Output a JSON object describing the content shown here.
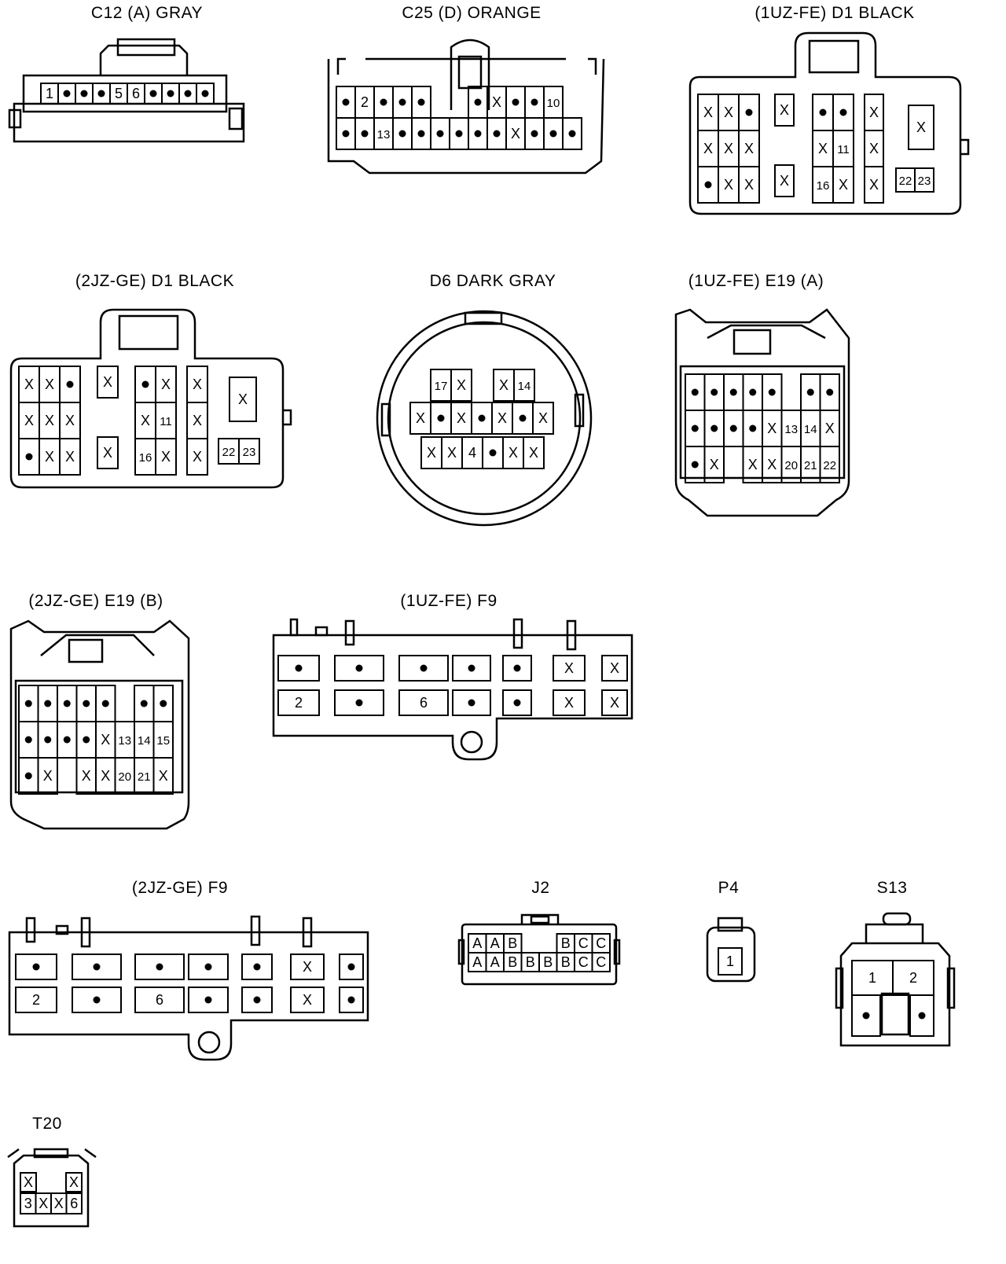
{
  "connectors": [
    {
      "key": "c12",
      "label": "C12 (A)  GRAY",
      "rows": [
        [
          "1",
          "•",
          "•",
          "•",
          "5",
          "6",
          "•",
          "•",
          "•",
          "•"
        ]
      ]
    },
    {
      "key": "c25",
      "label": "C25 (D)  ORANGE",
      "rows": [
        [
          "•",
          "2",
          "•",
          "•",
          "•",
          "",
          "",
          "•",
          "X",
          "•",
          "•",
          "10"
        ],
        [
          "•",
          "•",
          "13",
          "•",
          "•",
          "•",
          "•",
          "•",
          "•",
          "X",
          "•",
          "•",
          "•"
        ]
      ]
    },
    {
      "key": "d1uz",
      "label": "(1UZ-FE)  D1  BLACK",
      "groups": [
        {
          "rows": [
            [
              "X",
              "X",
              "•"
            ],
            [
              "X",
              "X",
              "X"
            ],
            [
              "•",
              "X",
              "X"
            ]
          ]
        },
        {
          "rows": [
            [
              "X"
            ],
            [
              ""
            ]
          ]
        },
        {
          "rows": [
            [
              "•",
              "•"
            ],
            [
              "X",
              "11"
            ],
            [
              "16",
              "X"
            ]
          ]
        },
        {
          "rows": [
            [
              "X"
            ],
            [
              "X"
            ],
            [
              "X"
            ]
          ]
        },
        {
          "rows": [
            [
              "X"
            ],
            [
              "22",
              "23"
            ]
          ]
        }
      ]
    },
    {
      "key": "d2jz",
      "label": "(2JZ-GE)  D1  BLACK",
      "groups": [
        {
          "rows": [
            [
              "X",
              "X",
              "•"
            ],
            [
              "X",
              "X",
              "X"
            ],
            [
              "•",
              "X",
              "X"
            ]
          ]
        },
        {
          "rows": [
            [
              "X"
            ],
            [
              "X"
            ]
          ]
        },
        {
          "rows": [
            [
              "•",
              "X"
            ],
            [
              "X",
              "11"
            ],
            [
              "16",
              "X"
            ]
          ]
        },
        {
          "rows": [
            [
              "X"
            ],
            [
              "X"
            ],
            [
              "X"
            ]
          ]
        },
        {
          "rows": [
            [
              "X"
            ],
            [
              "22",
              "23"
            ]
          ]
        }
      ]
    },
    {
      "key": "d6",
      "label": "D6  DARK GRAY",
      "rows": [
        [
          "17",
          "X",
          "X",
          "14"
        ],
        [
          "X",
          "•",
          "X",
          "•",
          "X",
          "•",
          "X"
        ],
        [
          "X",
          "X",
          "4",
          "•",
          "X",
          "X"
        ]
      ]
    },
    {
      "key": "e19a",
      "label": "(1UZ-FE)  E19 (A)",
      "rows": [
        [
          "•",
          "•",
          "•",
          "•",
          "•",
          "",
          "•",
          "•"
        ],
        [
          "•",
          "•",
          "•",
          "•",
          "X",
          "13",
          "14",
          "X"
        ],
        [
          "•",
          "X",
          "",
          "X",
          "X",
          "20",
          "21",
          "22"
        ]
      ]
    },
    {
      "key": "e19b",
      "label": "(2JZ-GE)  E19 (B)",
      "rows": [
        [
          "•",
          "•",
          "•",
          "•",
          "•",
          "",
          "•",
          "•"
        ],
        [
          "•",
          "•",
          "•",
          "•",
          "X",
          "13",
          "14",
          "15"
        ],
        [
          "•",
          "X",
          "",
          "X",
          "X",
          "20",
          "21",
          "X"
        ]
      ]
    },
    {
      "key": "f9uz",
      "label": "(1UZ-FE)  F9",
      "cols": [
        [
          "•",
          "2"
        ],
        [
          "•",
          "•"
        ],
        [
          "•",
          "6"
        ],
        [
          "•",
          "•"
        ],
        [
          "•",
          "•"
        ],
        [
          "X",
          "X"
        ],
        [
          "X",
          "X"
        ]
      ]
    },
    {
      "key": "f92jz",
      "label": "(2JZ-GE)  F9",
      "cols": [
        [
          "•",
          "2"
        ],
        [
          "•",
          "•"
        ],
        [
          "•",
          "6"
        ],
        [
          "•",
          "•"
        ],
        [
          "•",
          "•"
        ],
        [
          "X",
          "X"
        ],
        [
          "•",
          "•"
        ]
      ]
    },
    {
      "key": "j2",
      "label": "J2",
      "rows": [
        [
          "A",
          "A",
          "B",
          "",
          "",
          "B",
          "C",
          "C"
        ],
        [
          "A",
          "A",
          "B",
          "B",
          "B",
          "B",
          "C",
          "C"
        ]
      ]
    },
    {
      "key": "p4",
      "label": "P4",
      "rows": [
        [
          "1"
        ]
      ]
    },
    {
      "key": "s13",
      "label": "S13",
      "rows": [
        [
          "1",
          "2"
        ],
        [
          "•",
          "•"
        ]
      ]
    },
    {
      "key": "t20",
      "label": "T20",
      "rows": [
        [
          "X",
          "",
          "X"
        ],
        [
          "3",
          "X",
          "X",
          "6"
        ]
      ]
    }
  ]
}
